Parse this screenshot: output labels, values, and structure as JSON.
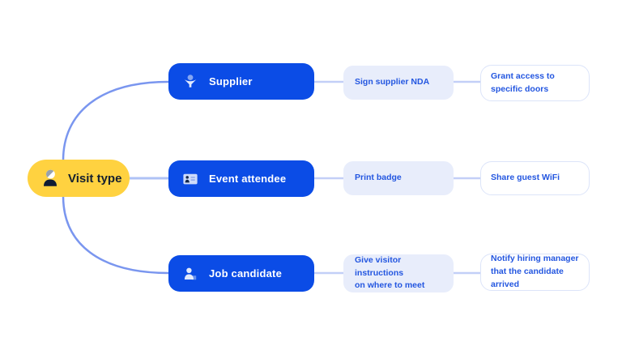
{
  "diagram": {
    "root": {
      "label": "Visit type"
    },
    "branches": [
      {
        "label": "Supplier",
        "action": "Sign supplier NDA",
        "outcome": "Grant access to\nspecific doors"
      },
      {
        "label": "Event attendee",
        "action": "Print badge",
        "outcome": "Share guest WiFi"
      },
      {
        "label": "Job candidate",
        "action": "Give visitor instructions\non where to meet",
        "outcome": "Notify hiring manager\nthat the candidate arrived"
      }
    ],
    "icons": {
      "root": "person-avatar-icon",
      "supplier": "supplier-person-icon",
      "event_attendee": "id-badge-icon",
      "job_candidate": "person-briefcase-icon"
    },
    "colors": {
      "root_bg": "#FFD240",
      "branch_bg": "#0B4CE6",
      "action_bg": "#E8EDFB",
      "outcome_border": "#DCE4F9",
      "text_dark": "#15202F",
      "text_blue": "#2356E0",
      "wire_curve": "#7A96EF",
      "wire_straight": "#BCCBF7"
    }
  }
}
